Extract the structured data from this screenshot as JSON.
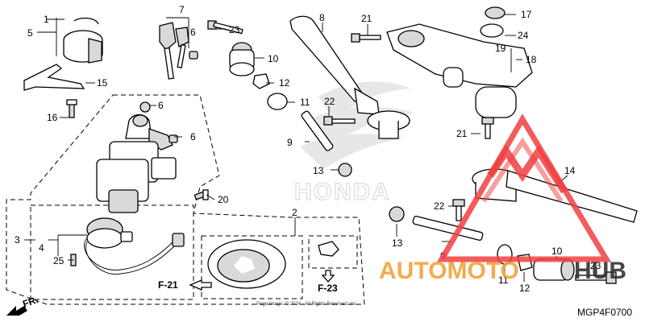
{
  "diagram": {
    "code": "MGP4F0700",
    "brand_watermark": "HONDA",
    "copyright": "Page Image: © 2024 · All Rights Reserved. Inc.",
    "overlay_logo": {
      "word1": "AUTOMOTO",
      "word2": "HUB",
      "accent": "#f04040",
      "orange": "#f3a33a",
      "dark": "#333333"
    },
    "front_label": "FR.",
    "refs": {
      "f21": "F-21",
      "f23": "F-23"
    },
    "callouts": {
      "c1": "1",
      "c2": "2",
      "c3": "3",
      "c4": "4",
      "c5": "5",
      "c6a": "6",
      "c6b": "6",
      "c6c": "6",
      "c7": "7",
      "c8": "8",
      "c9a": "9",
      "c9b": "9",
      "c10a": "10",
      "c10b": "10",
      "c11a": "11",
      "c11b": "11",
      "c12a": "12",
      "c12b": "12",
      "c13a": "13",
      "c13b": "13",
      "c14": "14",
      "c15": "15",
      "c16": "16",
      "c17": "17",
      "c18": "18",
      "c19": "19",
      "c20": "20",
      "c21a": "21",
      "c21b": "21",
      "c22a": "22",
      "c22b": "22",
      "c23a": "23",
      "c23b": "23",
      "c24": "24",
      "c25": "25"
    }
  }
}
